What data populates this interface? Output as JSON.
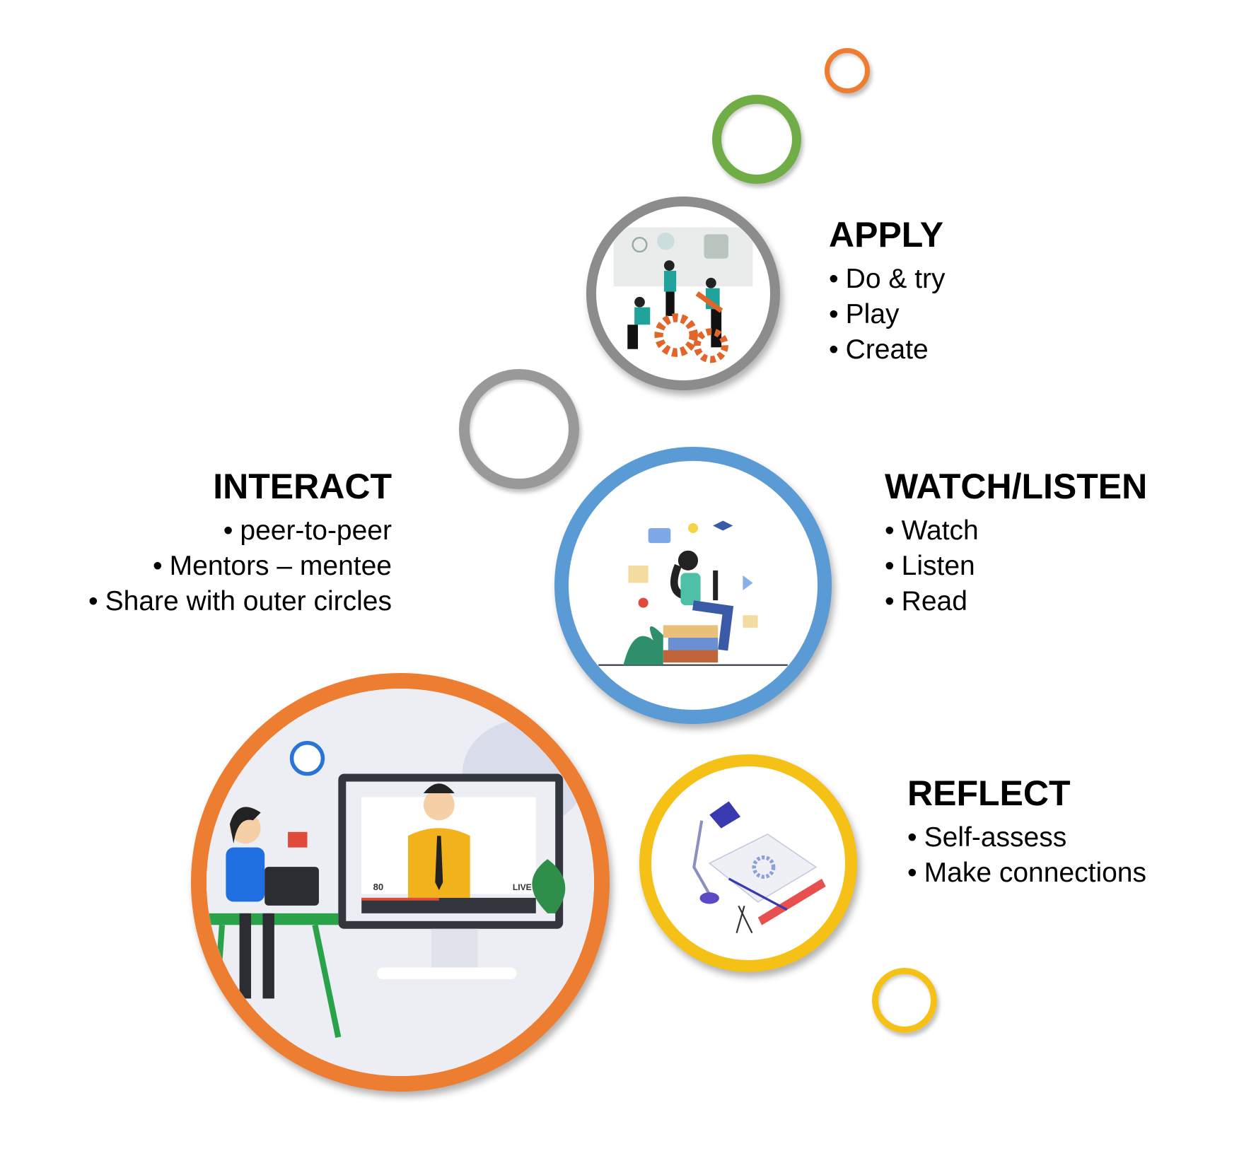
{
  "sections": {
    "apply": {
      "title": "APPLY",
      "items": [
        "Do & try",
        "Play",
        "Create"
      ],
      "color": "#8c8c8c"
    },
    "interact": {
      "title": "INTERACT",
      "items": [
        "peer-to-peer",
        "Mentors – mentee",
        "Share with outer circles"
      ],
      "color": "#ed7d31"
    },
    "watch": {
      "title": "WATCH/LISTEN",
      "items": [
        "Watch",
        "Listen",
        "Read"
      ],
      "color": "#5b9bd5"
    },
    "reflect": {
      "title": "REFLECT",
      "items": [
        "Self-assess",
        "Make connections"
      ],
      "color": "#f5c116"
    }
  },
  "illustration_text": {
    "viewers": "80",
    "live": "LIVE"
  },
  "decor_colors": {
    "orange": "#ed7d31",
    "green": "#70ad47",
    "gray": "#8c8c8c",
    "yellow": "#f5c116"
  }
}
